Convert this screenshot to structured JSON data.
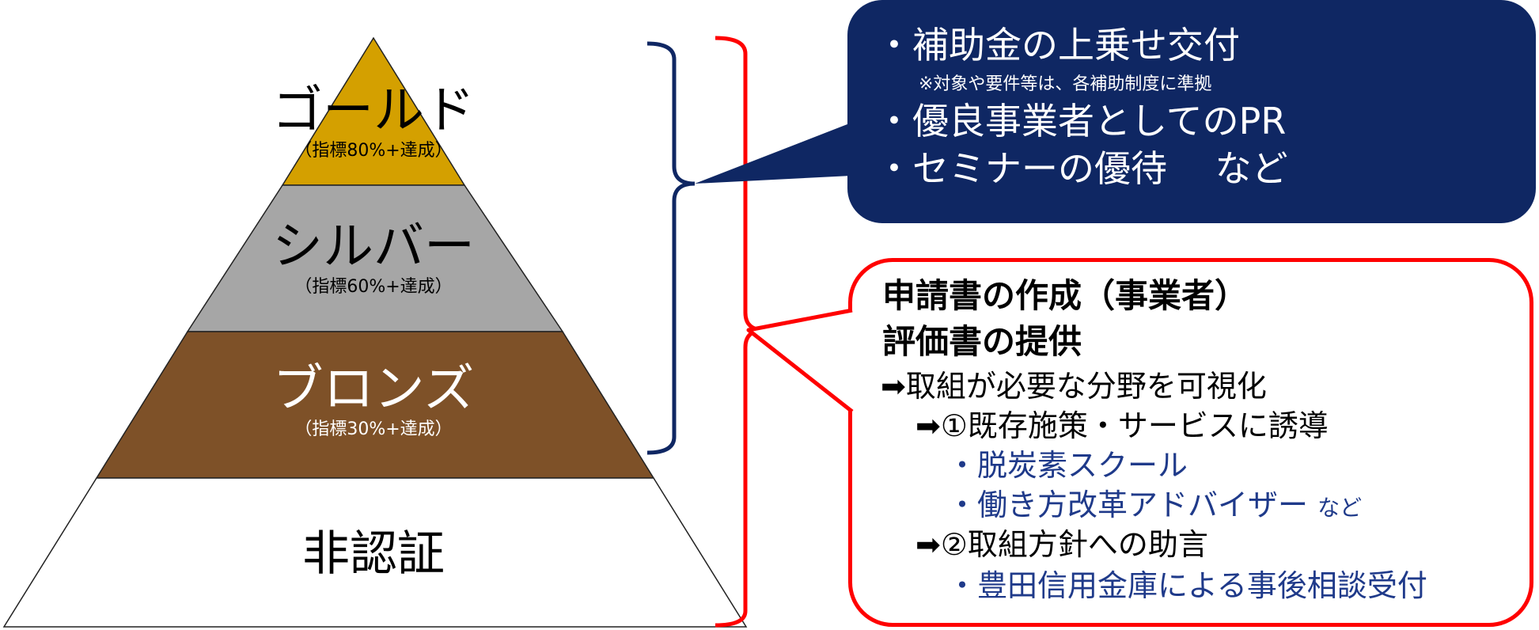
{
  "pyramid": {
    "tiers": [
      {
        "name": "ゴールド",
        "criterion": "（指標80%+達成）",
        "color": "#d4a000"
      },
      {
        "name": "シルバー",
        "criterion": "（指標60%+達成）",
        "color": "#a6a6a6"
      },
      {
        "name": "ブロンズ",
        "criterion": "（指標30%+達成）",
        "color": "#7e5128"
      },
      {
        "name": "非認証",
        "criterion": "",
        "color": "#ffffff"
      }
    ]
  },
  "benefits": {
    "item1": "・補助金の上乗せ交付",
    "note1": "※対象や要件等は、各補助制度に準拠",
    "item2": "・優良事業者としてのPR",
    "item3": "・セミナーの優待　 など",
    "bg_color": "#0f2763"
  },
  "process": {
    "heading1": "申請書の作成（事業者）",
    "heading2": "評価書の提供",
    "line1": "➡取組が必要な分野を可視化",
    "line2": "➡①既存施策・サービスに誘導",
    "sub1": "・脱炭素スクール",
    "sub2": "・働き方改革アドバイザー",
    "sub2_suffix": "など",
    "line3": "➡②取組方針への助言",
    "sub3": "・豊田信用金庫による事後相談受付",
    "border_color": "#ff0000"
  }
}
